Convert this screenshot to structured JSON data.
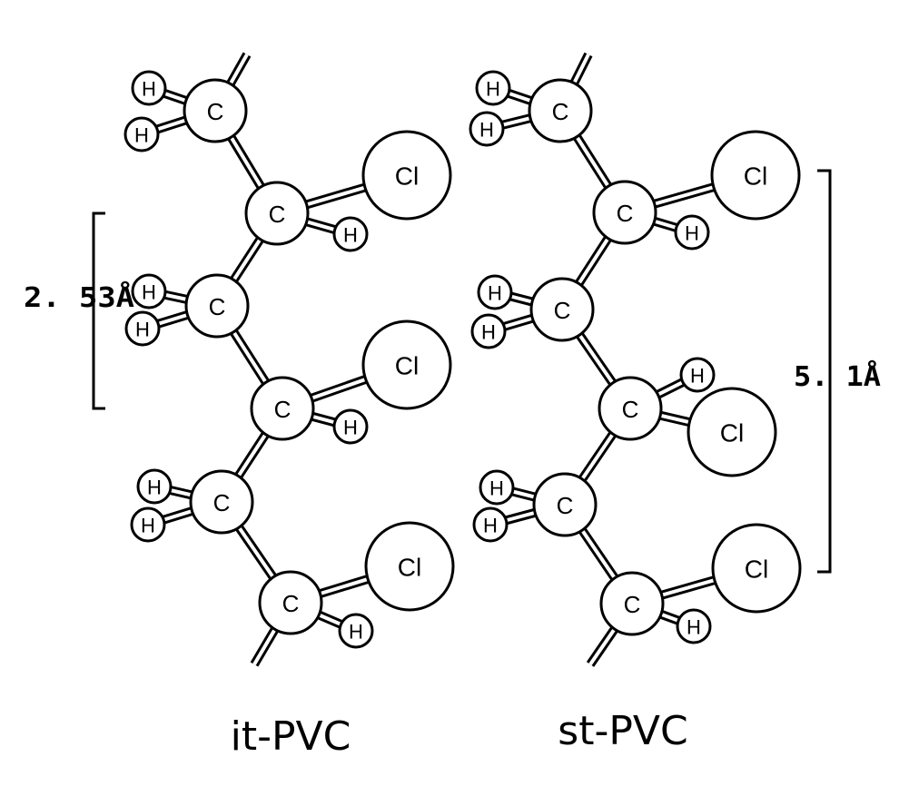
{
  "diagram": {
    "elements": {
      "carbon": "C",
      "hydrogen": "H",
      "chlorine": "Cl"
    },
    "measurements": {
      "repeat_it": "2. 53Å",
      "repeat_st": "5. 1Å"
    },
    "structures": [
      {
        "caption": "it-PVC"
      },
      {
        "caption": "st-PVC"
      }
    ],
    "colors": {
      "ink": "#000000",
      "fill": "#ffffff"
    }
  }
}
